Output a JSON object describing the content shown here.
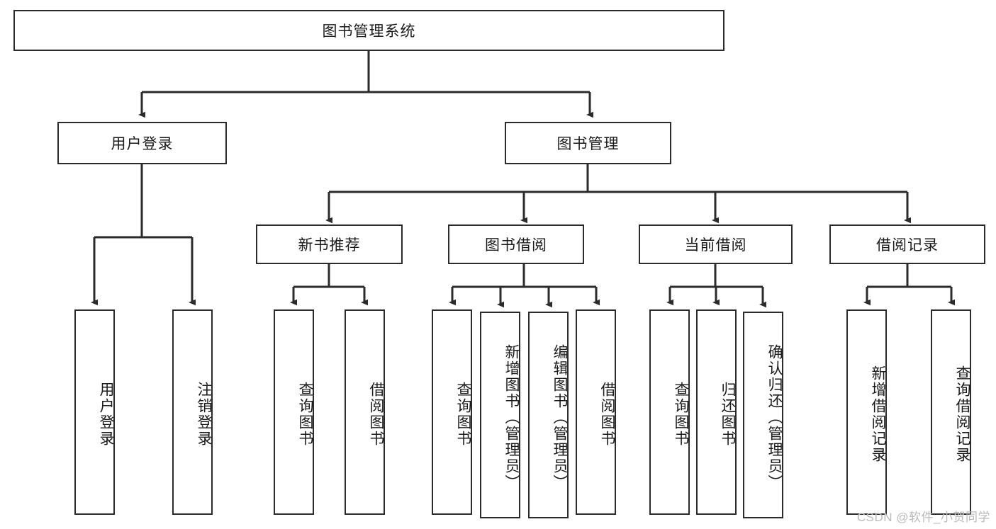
{
  "diagram": {
    "title": "图书管理系统",
    "type": "tree",
    "colors": {
      "stroke": "#2b2b2b",
      "fill": "#ffffff",
      "text": "#1a1a1a",
      "watermark": "#b9b9b9"
    },
    "nodes": {
      "root": {
        "label": "图书管理系统"
      },
      "level1": [
        {
          "id": "user-login",
          "label": "用户登录"
        },
        {
          "id": "book-manage",
          "label": "图书管理"
        }
      ],
      "level2": [
        {
          "id": "new-book-recommend",
          "label": "新书推荐"
        },
        {
          "id": "book-borrow",
          "label": "图书借阅"
        },
        {
          "id": "current-borrow",
          "label": "当前借阅"
        },
        {
          "id": "borrow-record",
          "label": "借阅记录"
        }
      ],
      "leaves": {
        "user-login": [
          {
            "id": "leaf-user-login",
            "label": "用户登录"
          },
          {
            "id": "leaf-logout-login",
            "label": "注销登录"
          }
        ],
        "new-book-recommend": [
          {
            "id": "leaf-query-book-1",
            "label": "查询图书"
          },
          {
            "id": "leaf-borrow-book-1",
            "label": "借阅图书"
          }
        ],
        "book-borrow": [
          {
            "id": "leaf-query-book-2",
            "label": "查询图书"
          },
          {
            "id": "leaf-add-book-admin",
            "label": "新增图书（管理员）"
          },
          {
            "id": "leaf-edit-book-admin",
            "label": "编辑图书（管理员）"
          },
          {
            "id": "leaf-borrow-book-2",
            "label": "借阅图书"
          }
        ],
        "current-borrow": [
          {
            "id": "leaf-query-book-3",
            "label": "查询图书"
          },
          {
            "id": "leaf-return-book",
            "label": "归还图书"
          },
          {
            "id": "leaf-confirm-return-admin",
            "label": "确认归还（管理员）"
          }
        ],
        "borrow-record": [
          {
            "id": "leaf-add-borrow-record",
            "label": "新增借阅记录"
          },
          {
            "id": "leaf-query-borrow-record",
            "label": "查询借阅记录"
          }
        ]
      }
    },
    "watermark": "CSDN @软件_小贺同学"
  }
}
